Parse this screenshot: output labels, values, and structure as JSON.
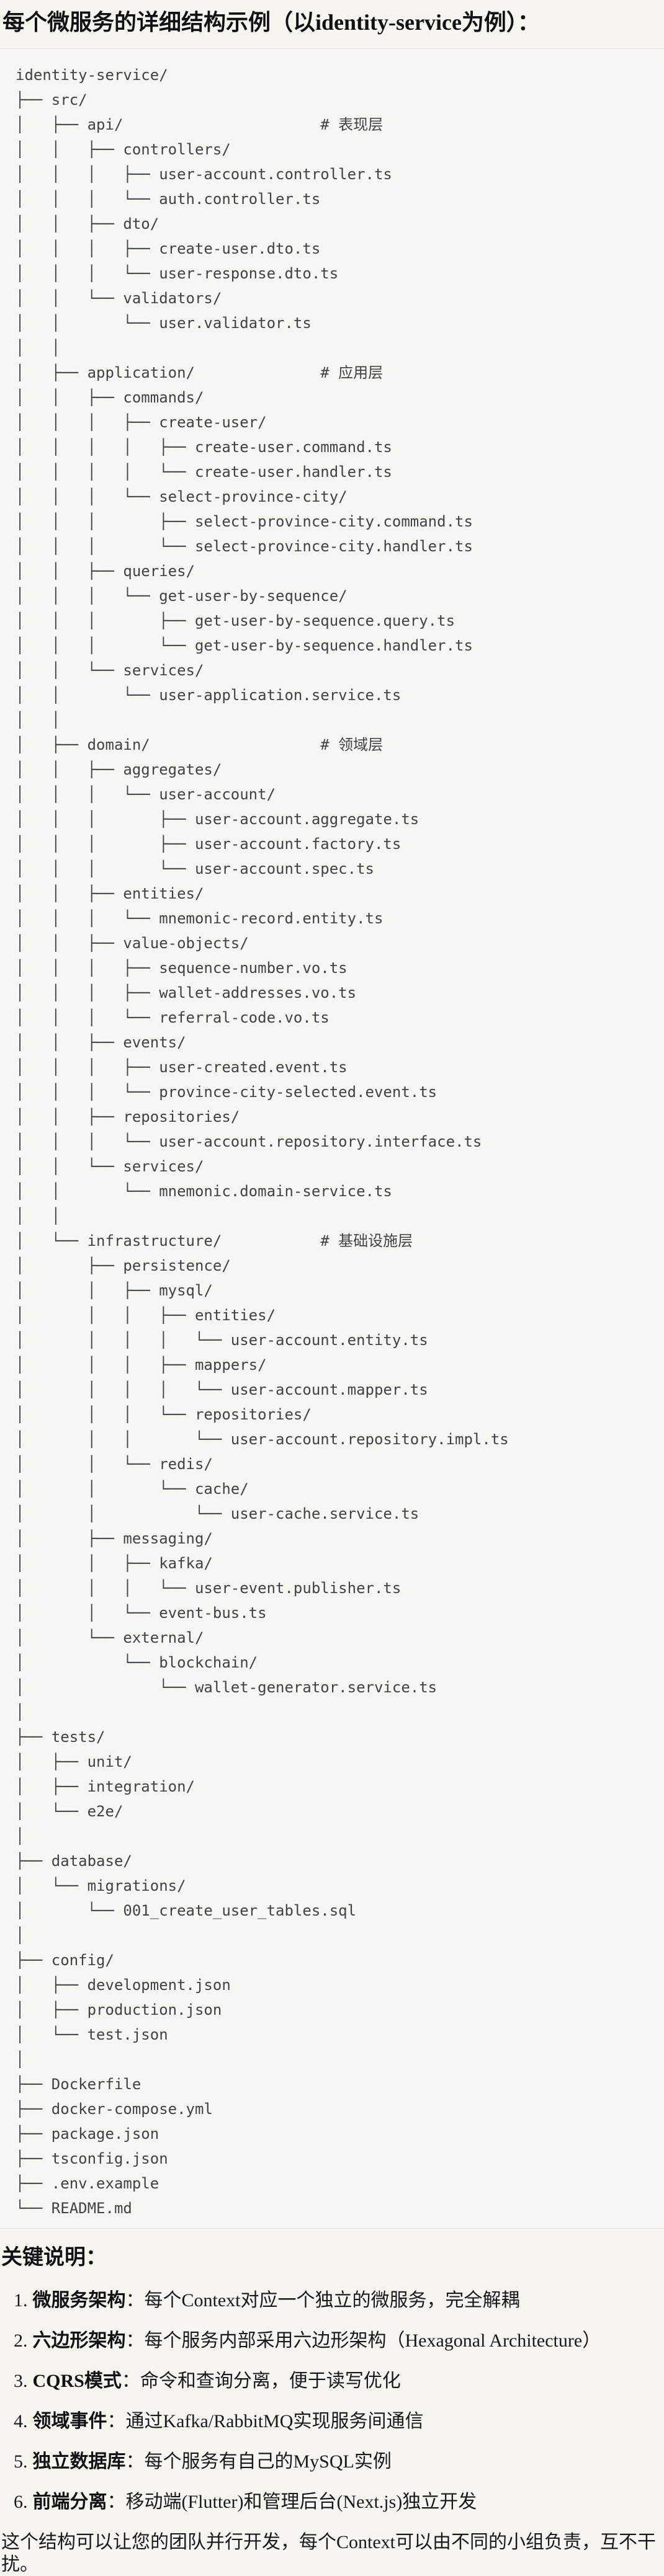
{
  "title": "每个微服务的详细结构示例（以identity-service为例）：",
  "colors": {
    "page_bg": "#f7f5ef",
    "code_bg": "#f6f6f2",
    "code_border": "#e2e1db",
    "tree_text": "#3e4347",
    "body_text": "#17191c"
  },
  "tree": {
    "lines": [
      "identity-service/",
      "├── src/",
      "│   ├── api/                      # 表现层",
      "│   │   ├── controllers/",
      "│   │   │   ├── user-account.controller.ts",
      "│   │   │   └── auth.controller.ts",
      "│   │   ├── dto/",
      "│   │   │   ├── create-user.dto.ts",
      "│   │   │   └── user-response.dto.ts",
      "│   │   └── validators/",
      "│   │       └── user.validator.ts",
      "│   │",
      "│   ├── application/              # 应用层",
      "│   │   ├── commands/",
      "│   │   │   ├── create-user/",
      "│   │   │   │   ├── create-user.command.ts",
      "│   │   │   │   └── create-user.handler.ts",
      "│   │   │   └── select-province-city/",
      "│   │   │       ├── select-province-city.command.ts",
      "│   │   │       └── select-province-city.handler.ts",
      "│   │   ├── queries/",
      "│   │   │   └── get-user-by-sequence/",
      "│   │   │       ├── get-user-by-sequence.query.ts",
      "│   │   │       └── get-user-by-sequence.handler.ts",
      "│   │   └── services/",
      "│   │       └── user-application.service.ts",
      "│   │",
      "│   ├── domain/                   # 领域层",
      "│   │   ├── aggregates/",
      "│   │   │   └── user-account/",
      "│   │   │       ├── user-account.aggregate.ts",
      "│   │   │       ├── user-account.factory.ts",
      "│   │   │       └── user-account.spec.ts",
      "│   │   ├── entities/",
      "│   │   │   └── mnemonic-record.entity.ts",
      "│   │   ├── value-objects/",
      "│   │   │   ├── sequence-number.vo.ts",
      "│   │   │   ├── wallet-addresses.vo.ts",
      "│   │   │   └── referral-code.vo.ts",
      "│   │   ├── events/",
      "│   │   │   ├── user-created.event.ts",
      "│   │   │   └── province-city-selected.event.ts",
      "│   │   ├── repositories/",
      "│   │   │   └── user-account.repository.interface.ts",
      "│   │   └── services/",
      "│   │       └── mnemonic.domain-service.ts",
      "│   │",
      "│   └── infrastructure/           # 基础设施层",
      "│       ├── persistence/",
      "│       │   ├── mysql/",
      "│       │   │   ├── entities/",
      "│       │   │   │   └── user-account.entity.ts",
      "│       │   │   ├── mappers/",
      "│       │   │   │   └── user-account.mapper.ts",
      "│       │   │   └── repositories/",
      "│       │   │       └── user-account.repository.impl.ts",
      "│       │   └── redis/",
      "│       │       └── cache/",
      "│       │           └── user-cache.service.ts",
      "│       ├── messaging/",
      "│       │   ├── kafka/",
      "│       │   │   └── user-event.publisher.ts",
      "│       │   └── event-bus.ts",
      "│       └── external/",
      "│           └── blockchain/",
      "│               └── wallet-generator.service.ts",
      "│",
      "├── tests/",
      "│   ├── unit/",
      "│   ├── integration/",
      "│   └── e2e/",
      "│",
      "├── database/",
      "│   └── migrations/",
      "│       └── 001_create_user_tables.sql",
      "│",
      "├── config/",
      "│   ├── development.json",
      "│   ├── production.json",
      "│   └── test.json",
      "│",
      "├── Dockerfile",
      "├── docker-compose.yml",
      "├── package.json",
      "├── tsconfig.json",
      "├── .env.example",
      "└── README.md"
    ]
  },
  "notes": {
    "heading": "关键说明：",
    "items": [
      {
        "num": "1.",
        "label": "微服务架构",
        "text": "：每个Context对应一个独立的微服务，完全解耦"
      },
      {
        "num": "2.",
        "label": "六边形架构",
        "text": "：每个服务内部采用六边形架构（Hexagonal Architecture）"
      },
      {
        "num": "3.",
        "label": "CQRS模式",
        "text": "：命令和查询分离，便于读写优化"
      },
      {
        "num": "4.",
        "label": "领域事件",
        "text": "：通过Kafka/RabbitMQ实现服务间通信"
      },
      {
        "num": "5.",
        "label": "独立数据库",
        "text": "：每个服务有自己的MySQL实例"
      },
      {
        "num": "6.",
        "label": "前端分离",
        "text": "：移动端(Flutter)和管理后台(Next.js)独立开发"
      }
    ],
    "footer": "这个结构可以让您的团队并行开发，每个Context可以由不同的小组负责，互不干扰。"
  }
}
